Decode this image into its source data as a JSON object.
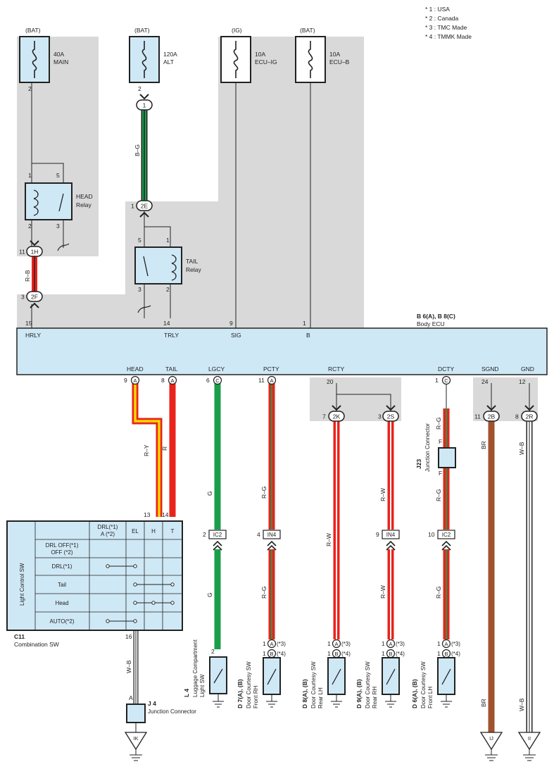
{
  "notes": [
    "* 1 : USA",
    "* 2 : Canada",
    "* 3 : TMC Made",
    "* 4 : TMMK Made"
  ],
  "fuses": [
    {
      "source": "(BAT)",
      "amp": "40A",
      "name": "MAIN",
      "pin": "2"
    },
    {
      "source": "(BAT)",
      "amp": "120A",
      "name": "ALT",
      "pin": "2"
    },
    {
      "source": "(IG)",
      "amp": "10A",
      "name": "ECU–IG"
    },
    {
      "source": "(BAT)",
      "amp": "10A",
      "name": "ECU–B"
    }
  ],
  "relays": {
    "head": {
      "name": "HEAD",
      "sub": "Relay",
      "pins": [
        "1",
        "5",
        "2",
        "3"
      ]
    },
    "tail": {
      "name": "TAIL",
      "sub": "Relay",
      "pins": [
        "5",
        "1",
        "3",
        "2"
      ]
    }
  },
  "connectors": {
    "c1": {
      "id": "1"
    },
    "c2e": {
      "id": "2E",
      "pin": "1"
    },
    "c1h": {
      "id": "1H",
      "pin": "11"
    },
    "c2f": {
      "id": "2F",
      "pin": "3"
    },
    "c2k": {
      "id": "2K",
      "pin": "7"
    },
    "c2s": {
      "id": "2S",
      "pin": "3"
    },
    "c2b": {
      "id": "2B",
      "pin": "11"
    },
    "c2r": {
      "id": "2R",
      "pin": "8"
    }
  },
  "wires": {
    "bg": "B–G",
    "rb": "R–B",
    "ry": "R–Y",
    "r": "R",
    "g": "G",
    "rg": "R–G",
    "rw": "R–W",
    "br": "BR",
    "wb": "W–B"
  },
  "ecu": {
    "code": "B 6(A), B 8(C)",
    "name": "Body ECU",
    "top_pins": [
      {
        "num": "15",
        "label": "HRLY"
      },
      {
        "num": "14",
        "label": "TRLY"
      },
      {
        "num": "9",
        "label": "SIG"
      },
      {
        "num": "1",
        "label": "B"
      }
    ],
    "bottom_pins": [
      {
        "label": "HEAD",
        "num": "9",
        "con": "A"
      },
      {
        "label": "TAIL",
        "num": "8",
        "con": "A"
      },
      {
        "label": "LGCY",
        "num": "6",
        "con": "C"
      },
      {
        "label": "PCTY",
        "num": "11",
        "con": "A"
      },
      {
        "label": "RCTY",
        "num": "20"
      },
      {
        "label": "DCTY",
        "num": "1",
        "con": "C"
      },
      {
        "label": "SGND",
        "num": "24"
      },
      {
        "label": "GND",
        "num": "12"
      }
    ]
  },
  "inline_connectors": [
    {
      "pin": "2",
      "id": "IC2"
    },
    {
      "pin": "4",
      "id": "IN4"
    },
    {
      "pin": "9",
      "id": "IN4"
    },
    {
      "pin": "10",
      "id": "IC2"
    }
  ],
  "junction_j23": {
    "code": "J23",
    "name": "Junction Connector",
    "pin": "F"
  },
  "combination_sw": {
    "code": "C11",
    "name": "Combination SW",
    "side_label": "Light Control SW",
    "header": [
      "DRL(*1)",
      "A (*2)",
      "EL",
      "H",
      "T"
    ],
    "top_pins": [
      "13",
      "14"
    ],
    "bottom_pin": "16",
    "rows": [
      "DRL OFF(*1)",
      "OFF (*2)",
      "DRL(*1)",
      "Tail",
      "Head",
      "AUTO(*2)"
    ]
  },
  "junction_j4": {
    "code": "J 4",
    "name": "Junction Connector",
    "pin": "A"
  },
  "switches": [
    {
      "code": "L 4",
      "name": "Luggage Compartment",
      "sub": "Light SW",
      "pin": "2"
    },
    {
      "code": "D 7(A), (B)",
      "name": "Door Courtesy SW",
      "sub": "Front RH",
      "pins": [
        "1",
        "A",
        "(*3)",
        "1",
        "B",
        "(*4)"
      ]
    },
    {
      "code": "D 8(A), (B)",
      "name": "Door Courtesy SW",
      "sub": "Rear LH",
      "pins": [
        "1",
        "A",
        "(*3)",
        "1",
        "B",
        "(*4)"
      ]
    },
    {
      "code": "D 9(A), (B)",
      "name": "Door Courtesy SW",
      "sub": "Rear RH",
      "pins": [
        "1",
        "A",
        "(*3)",
        "1",
        "B",
        "(*4)"
      ]
    },
    {
      "code": "D 6(A), (B)",
      "name": "Door Courtesy SW",
      "sub": "Front LH",
      "pins": [
        "1",
        "A",
        "(*3)",
        "1",
        "B",
        "(*4)"
      ]
    }
  ],
  "grounds": [
    "IK",
    "IJ",
    "II"
  ],
  "colors": {
    "shade": "#d9d9d9",
    "box": "#cfe8f5",
    "red": "#e8231c",
    "green": "#1a9e4a",
    "brown": "#a0522d",
    "yellow": "#f5d800",
    "ink": "#222222"
  }
}
